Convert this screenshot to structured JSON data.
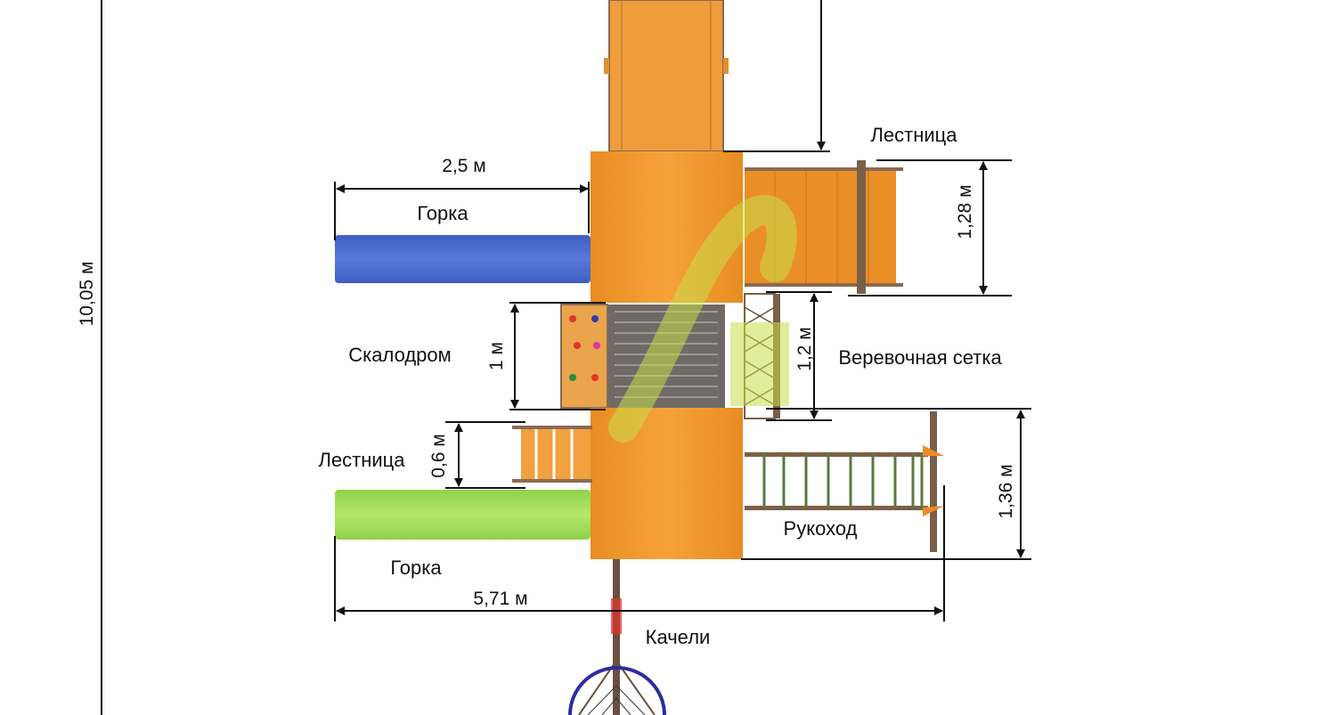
{
  "labels": {
    "ladder_top": "Лестница",
    "slide_top": "Горка",
    "climbing_wall": "Скалодром",
    "rope_net": "Веревочная сетка",
    "ladder_bottom": "Лестница",
    "monkey_bars": "Рукоход",
    "slide_bottom": "Горка",
    "swing": "Качели"
  },
  "dimensions": {
    "total_length": "10,05 м",
    "slide_length": "2,5 м",
    "ladder_width": "1,28 м",
    "wall_height": "1 м",
    "net_height": "1,2 м",
    "ladder_small": "0,6 м",
    "bars_width": "1,36 м",
    "total_width": "5,71 м"
  },
  "colors": {
    "slide_top": "#4f6fd0",
    "slide_bottom": "#9fdc55",
    "wood": "#f39a2a",
    "roof": "#ec9c38",
    "deck": "#6f6a66",
    "swing_net": "#2e2c9e",
    "logo": "#c6df4a"
  }
}
